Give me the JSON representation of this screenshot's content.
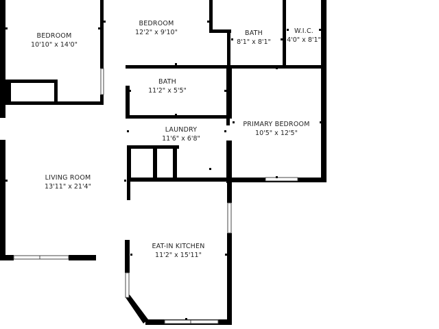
{
  "rooms": [
    {
      "key": "bedroom_1",
      "label": "BEDROOM",
      "dims": "10'10\" x 14'0\""
    },
    {
      "key": "bedroom_2",
      "label": "BEDROOM",
      "dims": "12'2\" x 9'10\""
    },
    {
      "key": "bath_1",
      "label": "BATH",
      "dims": "8'1\" x 8'1\""
    },
    {
      "key": "wic",
      "label": "W.I.C.",
      "dims": "4'0\" x 8'1\""
    },
    {
      "key": "bath_2",
      "label": "BATH",
      "dims": "11'2\" x 5'5\""
    },
    {
      "key": "laundry",
      "label": "LAUNDRY",
      "dims": "11'6\" x 6'8\""
    },
    {
      "key": "primary_bedroom",
      "label": "PRIMARY BEDROOM",
      "dims": "10'5\" x 12'5\""
    },
    {
      "key": "living_room",
      "label": "LIVING ROOM",
      "dims": "13'11\" x 21'4\""
    },
    {
      "key": "eat_in_kitchen",
      "label": "EAT-IN KITCHEN",
      "dims": "11'2\" x 15'11\""
    }
  ]
}
